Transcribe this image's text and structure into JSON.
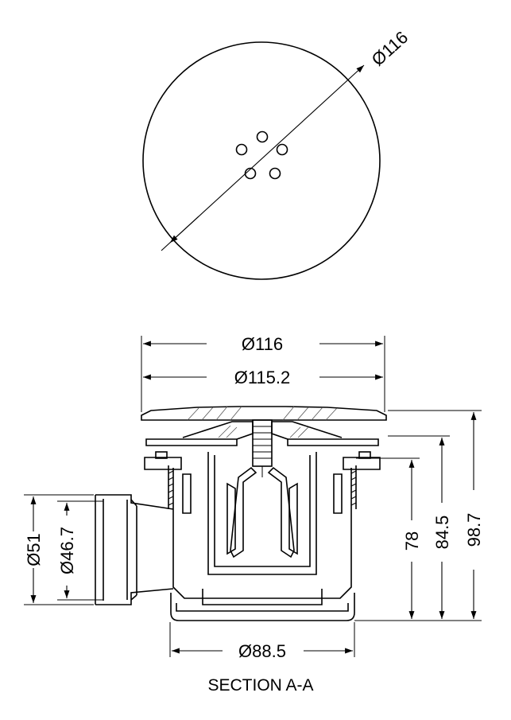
{
  "top_view": {
    "diameter_label": "Ø116"
  },
  "section": {
    "width_labels": [
      "Ø116",
      "Ø115.2"
    ],
    "base_label": "Ø88.5",
    "outlet_labels": [
      "Ø51",
      "Ø46.7"
    ],
    "height_labels": [
      "78",
      "84.5",
      "98.7"
    ],
    "caption": "SECTION A-A"
  }
}
